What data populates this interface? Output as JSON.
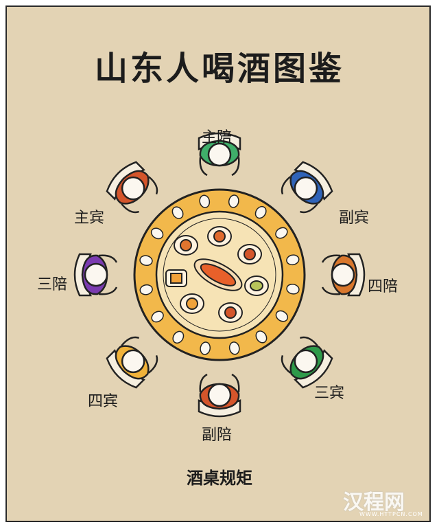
{
  "title": "山东人喝酒图鉴",
  "caption": "酒桌规矩",
  "watermark": {
    "text": "汉程网",
    "url": "WWW.HTTPCN.COM"
  },
  "seats": [
    {
      "label": "主陪",
      "color": "#3fae6a"
    },
    {
      "label": "副宾",
      "color": "#2f63b8"
    },
    {
      "label": "四陪",
      "color": "#d9772c"
    },
    {
      "label": "三宾",
      "color": "#2e9a4a"
    },
    {
      "label": "副陪",
      "color": "#d4552b"
    },
    {
      "label": "四宾",
      "color": "#f0b23a"
    },
    {
      "label": "三陪",
      "color": "#7b3bb0"
    },
    {
      "label": "主宾",
      "color": "#d4552b"
    }
  ],
  "colors": {
    "table_rim": "#f2b84b",
    "table_center": "#f6e3b5",
    "fish": "#e8602a"
  }
}
